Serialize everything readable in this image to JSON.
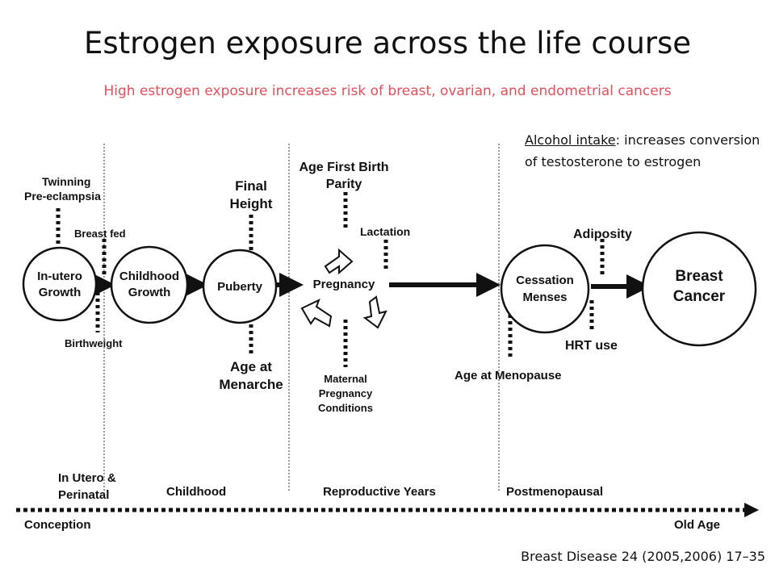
{
  "header": {
    "title": "Estrogen exposure across the life course",
    "subtitle": "High estrogen exposure increases risk of breast, ovarian, and endometrial cancers"
  },
  "alcohol_note": {
    "term": "Alcohol intake",
    "rest": ": increases conversion of testosterone to estrogen"
  },
  "nodes": {
    "in_utero": [
      "In-utero",
      "Growth"
    ],
    "childhood": [
      "Childhood",
      "Growth"
    ],
    "puberty": [
      "Puberty"
    ],
    "pregnancy": [
      "Pregnancy"
    ],
    "cessation": [
      "Cessation",
      "Menses"
    ],
    "breast_cancer": [
      "Breast",
      "Cancer"
    ]
  },
  "factors": {
    "twinning": "Twinning",
    "pre_eclampsia": "Pre-eclampsia",
    "breast_fed": "Breast fed",
    "birthweight": "Birthweight",
    "final_height": [
      "Final",
      "Height"
    ],
    "age_menarche": [
      "Age at",
      "Menarche"
    ],
    "age_first_birth": "Age First Birth",
    "parity": "Parity",
    "lactation": "Lactation",
    "maternal": [
      "Maternal",
      "Pregnancy",
      "Conditions"
    ],
    "age_menopause": "Age at Menopause",
    "adiposity": "Adiposity",
    "hrt": "HRT use"
  },
  "periods": {
    "in_utero": [
      "In Utero &",
      "Perinatal"
    ],
    "childhood": "Childhood",
    "reproductive": "Reproductive Years",
    "postmenopausal": "Postmenopausal"
  },
  "timeline": {
    "start": "Conception",
    "end": "Old Age"
  },
  "citation": "Breast Disease 24 (2005,2006) 17–35",
  "colors": {
    "subtitle": "#E0505A",
    "ink": "#111111"
  }
}
